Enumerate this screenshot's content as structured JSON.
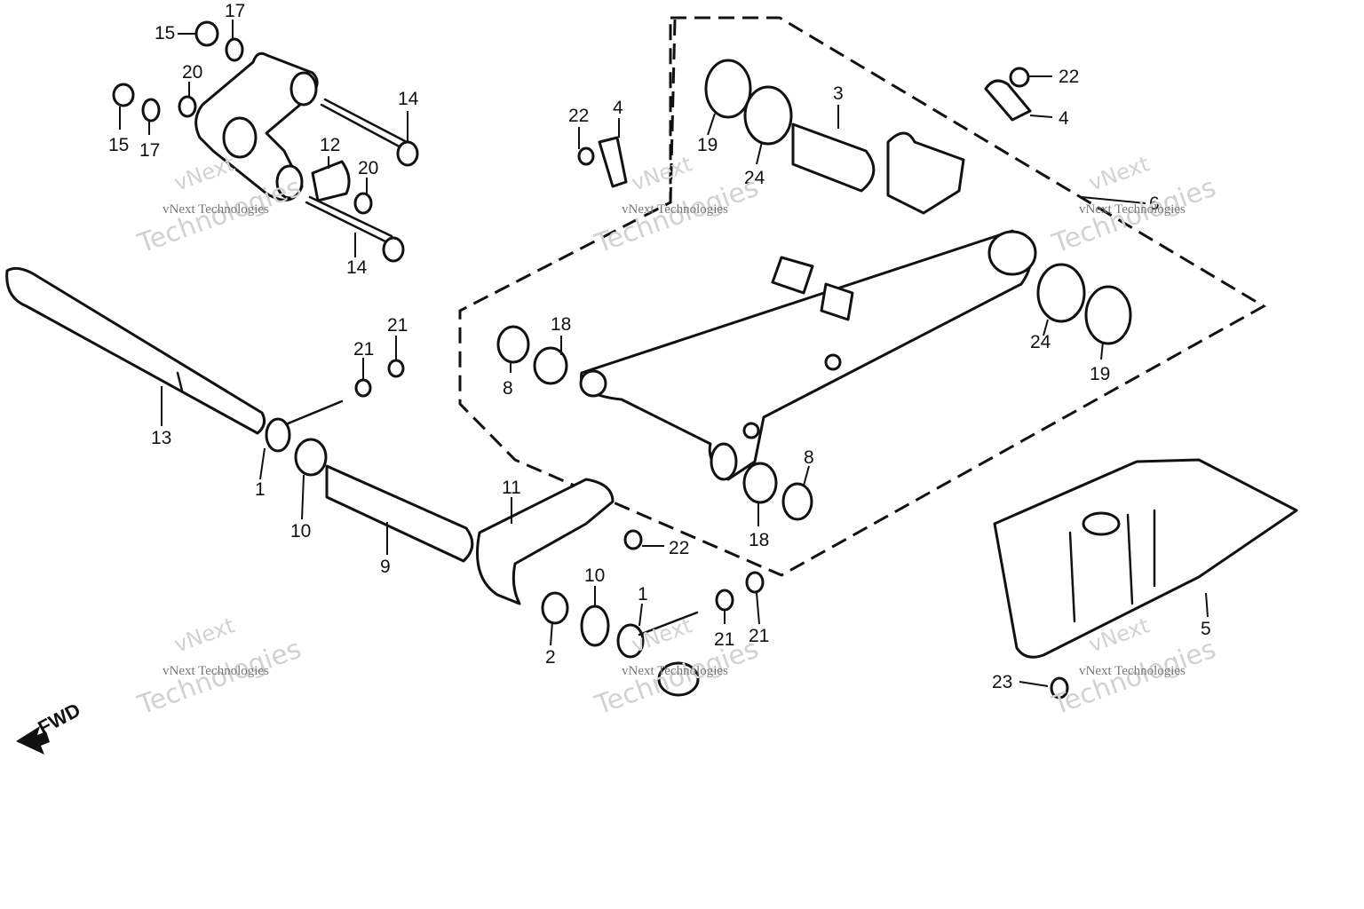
{
  "diagram": {
    "callouts": [
      "1",
      "1",
      "2",
      "3",
      "4",
      "4",
      "5",
      "6",
      "8",
      "8",
      "9",
      "10",
      "10",
      "11",
      "12",
      "13",
      "14",
      "14",
      "15",
      "15",
      "17",
      "17",
      "18",
      "18",
      "19",
      "19",
      "20",
      "20",
      "21",
      "21",
      "21",
      "21",
      "22",
      "22",
      "22",
      "23",
      "24",
      "24"
    ],
    "fwd_label": "FWD",
    "watermark": {
      "brand": "vNext",
      "company": "vNext Technologies",
      "word": "Technologies"
    }
  }
}
